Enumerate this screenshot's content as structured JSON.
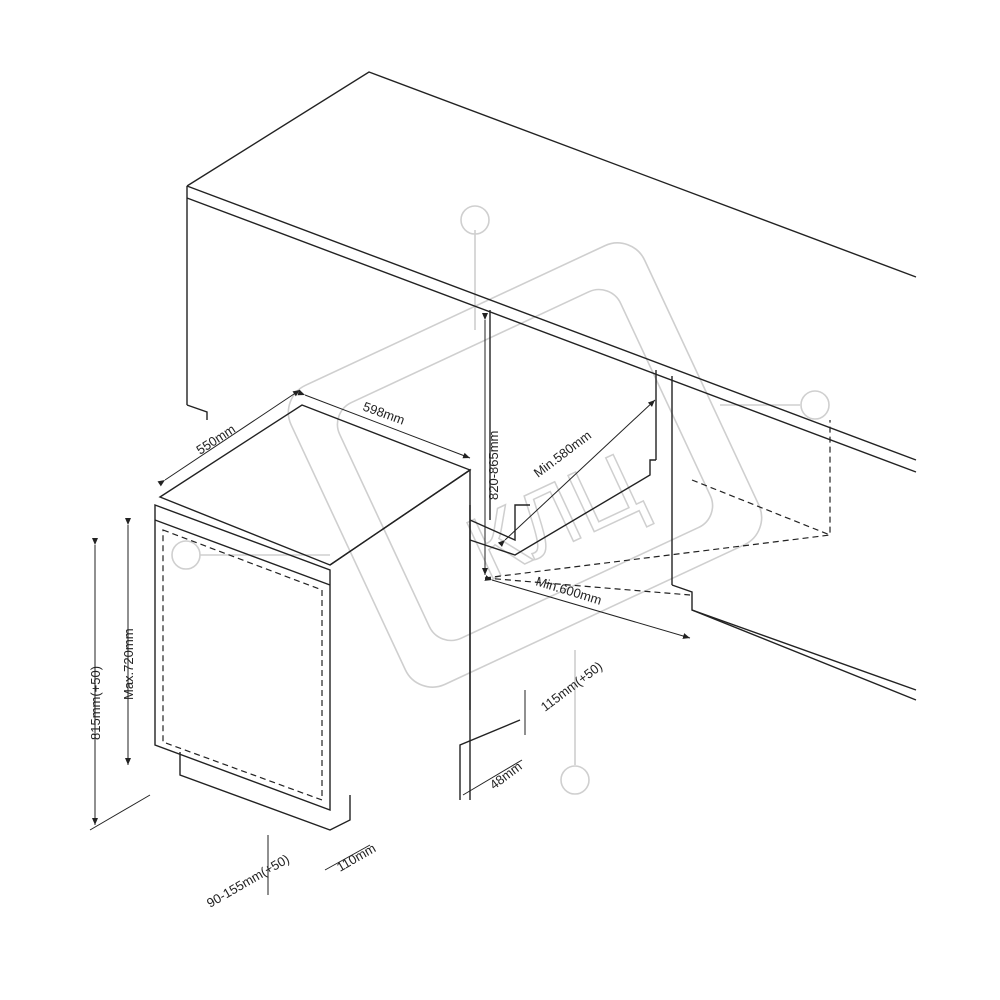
{
  "dimensions": {
    "depth": "550mm",
    "width": "598mm",
    "niche_height": "820-865mm",
    "niche_depth": "Min.580mm",
    "niche_width": "Min.600mm",
    "plinth_height": "115mm(+50)",
    "plinth_offset": "48mm",
    "appliance_height": "815mm(+50)",
    "door_height": "Max.720mm",
    "foot_height": "90-155mm(+50)",
    "foot_depth": "110mm"
  },
  "watermark": "КЛЦ",
  "colors": {
    "line": "#222222",
    "watermark": "#cfcfcf"
  }
}
